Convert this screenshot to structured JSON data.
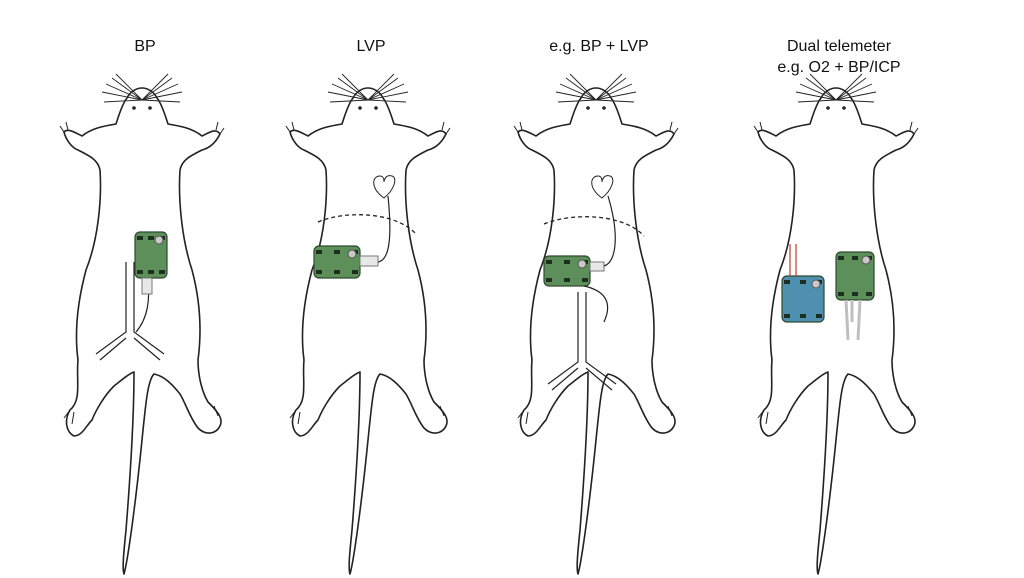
{
  "panels": [
    {
      "caption_lines": [
        "BP"
      ]
    },
    {
      "caption_lines": [
        "LVP"
      ]
    },
    {
      "caption_lines": [
        "e.g. BP + LVP"
      ]
    },
    {
      "caption_lines": [
        "Dual telemeter",
        "e.g. O2 + BP/ICP"
      ]
    }
  ],
  "colors": {
    "outline": "#222222",
    "device_green": "#3e6b3e",
    "device_board": "#5d8f5a",
    "device_blue": "#4f8fb0",
    "catheter": "#222222"
  }
}
